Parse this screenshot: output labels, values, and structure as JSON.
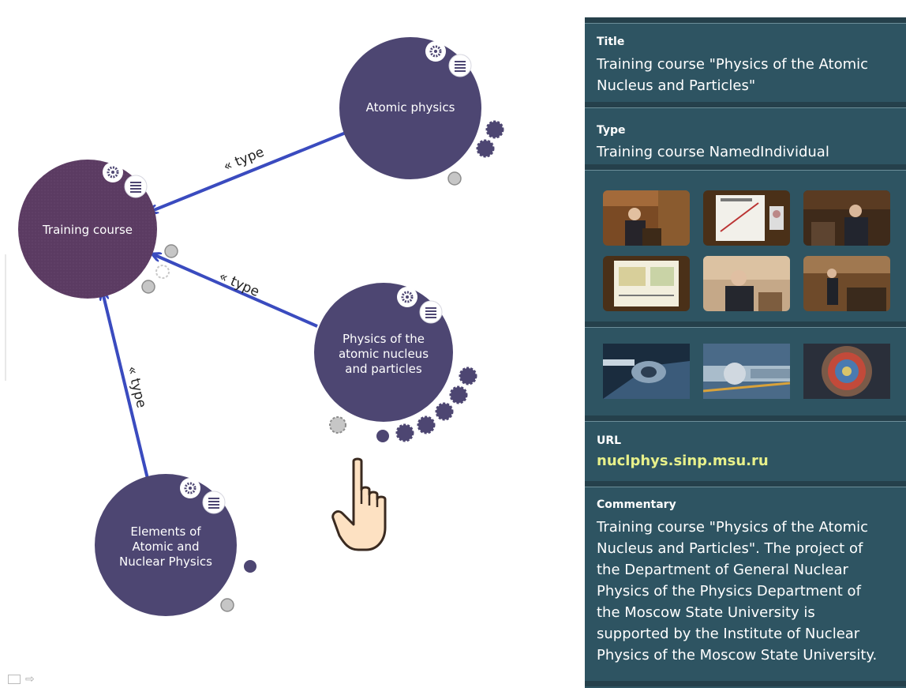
{
  "graph": {
    "nodes": {
      "training_course": {
        "label": "Training course"
      },
      "atomic_physics": {
        "label": "Atomic physics"
      },
      "nucleus_particles": {
        "label_lines": [
          "Physics of the",
          "atomic nucleus",
          "and particles"
        ]
      },
      "elements": {
        "label_lines": [
          "Elements of",
          "Atomic and",
          "Nuclear Physics"
        ]
      }
    },
    "edges": [
      {
        "label": "« type"
      },
      {
        "label": "« type"
      },
      {
        "label": "« type"
      }
    ],
    "icons": {
      "settings": "gear-icon",
      "menu": "list-icon",
      "cursor": "hand-pointer-icon"
    }
  },
  "panel": {
    "title": {
      "label": "Title",
      "value_lines": [
        "Training course \"Physics of the Atomic",
        "Nucleus and Particles\""
      ]
    },
    "type": {
      "label": "Type",
      "value": "Training course NamedIndividual"
    },
    "url": {
      "label": "URL",
      "value": "nuclphys.sinp.msu.ru"
    },
    "commentary": {
      "label": "Commentary",
      "lines": [
        "Training course \"Physics of the Atomic",
        "Nucleus and Particles\". The project of",
        "the Department of General Nuclear",
        "Physics of the Physics Department of",
        "the Moscow State University is",
        "supported by the Institute of Nuclear",
        "Physics of the Moscow State University."
      ]
    }
  },
  "colors": {
    "node_main": "#5b3b62",
    "node": "#4d4672",
    "edge": "#3a4bbf",
    "panel_bg": "#2e5462",
    "url": "#e7f08a"
  }
}
